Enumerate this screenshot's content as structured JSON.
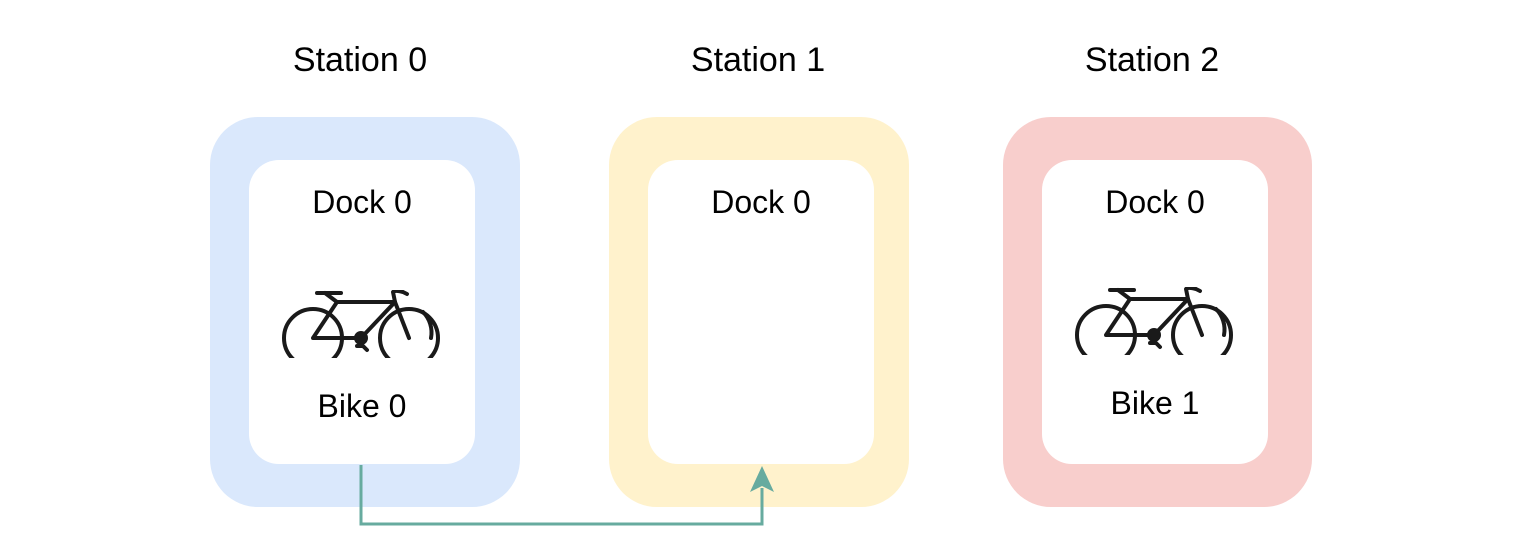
{
  "stations": [
    {
      "title": "Station 0",
      "dock": "Dock 0",
      "bike": "Bike 0",
      "color": "#dae8fc"
    },
    {
      "title": "Station 1",
      "dock": "Dock 0",
      "bike": null,
      "color": "#fff2cc"
    },
    {
      "title": "Station 2",
      "dock": "Dock 0",
      "bike": "Bike 1",
      "color": "#f8cecc"
    }
  ],
  "connector": {
    "color": "#67ab9f",
    "from": "Station 0 / Dock 0 / Bike 0",
    "to": "Station 1 / Dock 0"
  }
}
